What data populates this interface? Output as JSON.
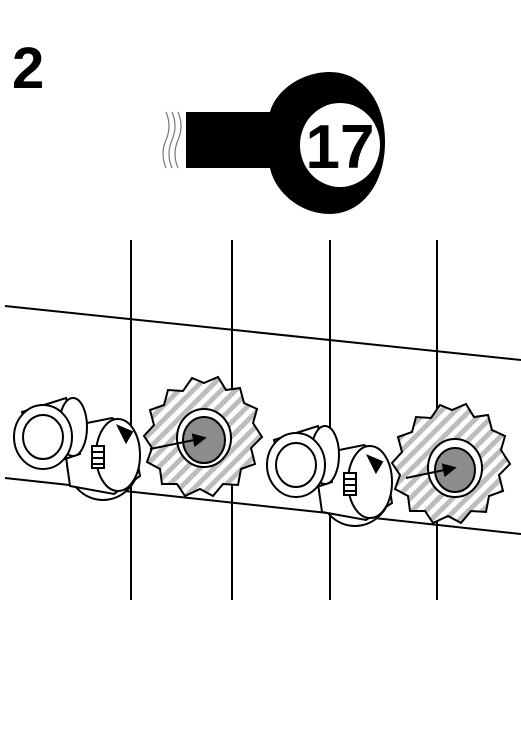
{
  "step": {
    "number": "2"
  },
  "wrench": {
    "size_label": "17",
    "icon": "open-end-wrench-icon"
  },
  "parts": {
    "fittings": [
      "compression-fitting-left",
      "compression-fitting-right"
    ],
    "wall_outlets": [
      "wall-outlet-left",
      "wall-outlet-right"
    ]
  },
  "colors": {
    "ink": "#000000",
    "hatch": "#bdbdbd",
    "pipe_fill": "#8c8c8c",
    "background": "#ffffff"
  }
}
